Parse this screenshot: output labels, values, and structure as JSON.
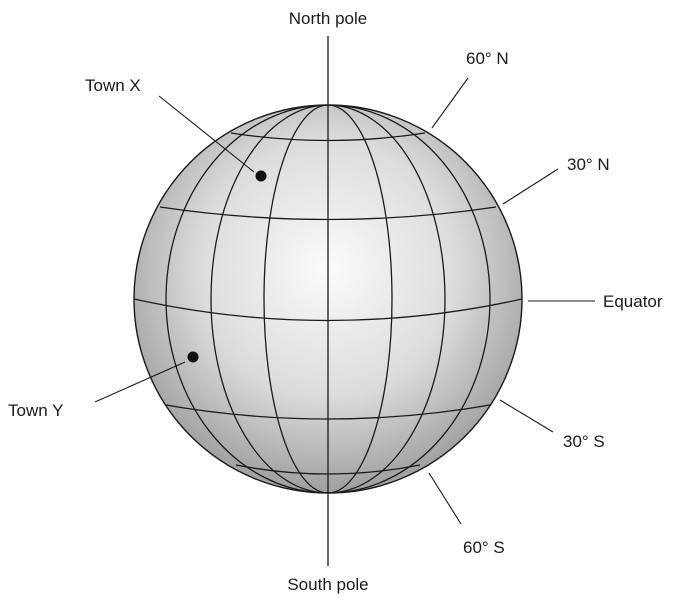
{
  "labels": {
    "north_pole": "North pole",
    "south_pole": "South pole",
    "lat_60n": "60° N",
    "lat_30n": "30° N",
    "equator": "Equator",
    "lat_30s": "30° S",
    "lat_60s": "60° S",
    "town_x": "Town X",
    "town_y": "Town Y"
  },
  "colors": {
    "globe_center": "#fbfbfb",
    "globe_mid": "#dedede",
    "globe_edge": "#9a9a9a",
    "lines": "#1a1a1a"
  }
}
